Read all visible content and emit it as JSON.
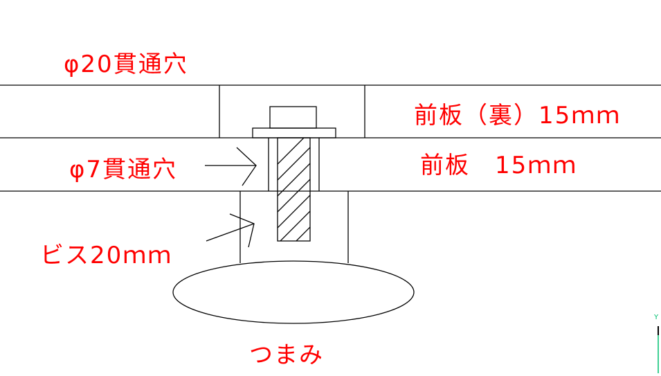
{
  "labels": {
    "hole20": "φ20貫通穴",
    "back_plate": "前板（裏）15ｍｍ",
    "hole7": "φ7貫通穴",
    "front_plate": "前板　15ｍｍ",
    "screw": "ビス20ｍｍ",
    "knob": "つまみ"
  },
  "axis_indicator": {
    "label": "Y"
  },
  "colors": {
    "text": "#ff0000",
    "lines": "#000000",
    "axis": "#00c070"
  }
}
